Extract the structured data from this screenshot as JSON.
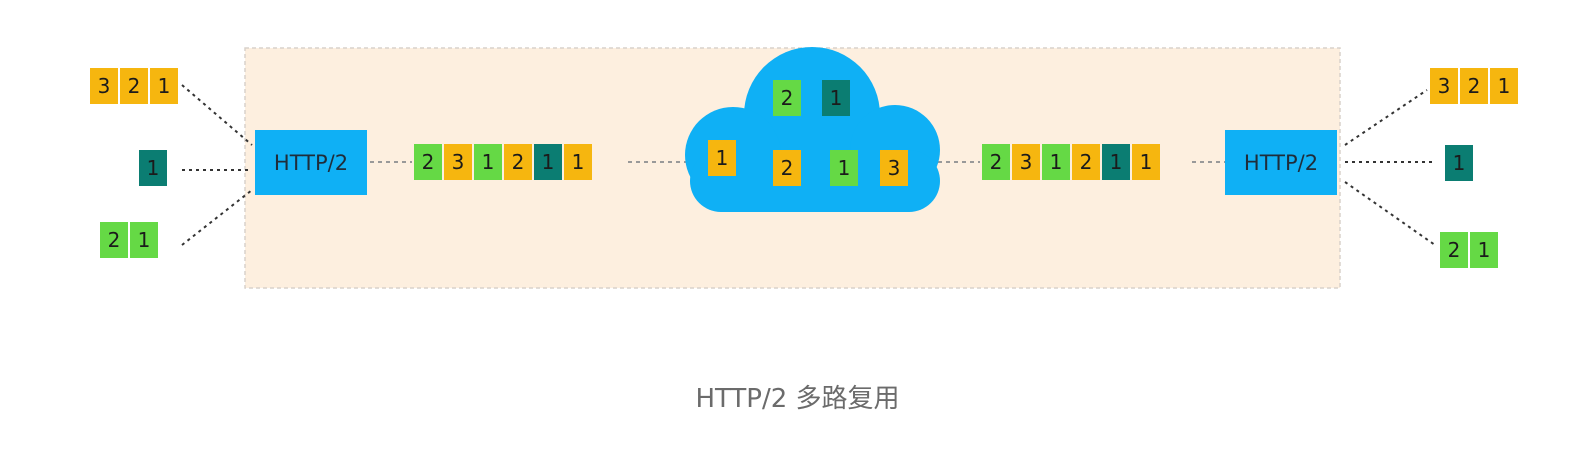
{
  "caption": "HTTP/2 多路复用",
  "colors": {
    "orange": "#f6b60f",
    "green": "#65d945",
    "teal": "#0b7d72",
    "blue": "#0fb0f5",
    "panel": "#fdefdf",
    "panel_border": "#d9d2cb"
  },
  "left_group": {
    "sender_rows": [
      [
        {
          "label": "3",
          "color": "orange"
        },
        {
          "label": "2",
          "color": "orange"
        },
        {
          "label": "1",
          "color": "orange"
        }
      ],
      [
        {
          "label": "1",
          "color": "teal"
        }
      ],
      [
        {
          "label": "2",
          "color": "green"
        },
        {
          "label": "1",
          "color": "green"
        }
      ]
    ],
    "node_label": "HTTP/2",
    "stream": [
      {
        "label": "2",
        "color": "green"
      },
      {
        "label": "3",
        "color": "orange"
      },
      {
        "label": "1",
        "color": "green"
      },
      {
        "label": "2",
        "color": "orange"
      },
      {
        "label": "1",
        "color": "teal"
      },
      {
        "label": "1",
        "color": "orange"
      }
    ]
  },
  "cloud": {
    "blocks": [
      {
        "label": "2",
        "color": "green"
      },
      {
        "label": "1",
        "color": "teal"
      },
      {
        "label": "1",
        "color": "orange"
      },
      {
        "label": "2",
        "color": "orange"
      },
      {
        "label": "1",
        "color": "green"
      },
      {
        "label": "3",
        "color": "orange"
      }
    ]
  },
  "right_group": {
    "stream": [
      {
        "label": "2",
        "color": "green"
      },
      {
        "label": "3",
        "color": "orange"
      },
      {
        "label": "1",
        "color": "green"
      },
      {
        "label": "2",
        "color": "orange"
      },
      {
        "label": "1",
        "color": "teal"
      },
      {
        "label": "1",
        "color": "orange"
      }
    ],
    "node_label": "HTTP/2",
    "receiver_rows": [
      [
        {
          "label": "3",
          "color": "orange"
        },
        {
          "label": "2",
          "color": "orange"
        },
        {
          "label": "1",
          "color": "orange"
        }
      ],
      [
        {
          "label": "1",
          "color": "teal"
        }
      ],
      [
        {
          "label": "2",
          "color": "green"
        },
        {
          "label": "1",
          "color": "green"
        }
      ]
    ]
  }
}
